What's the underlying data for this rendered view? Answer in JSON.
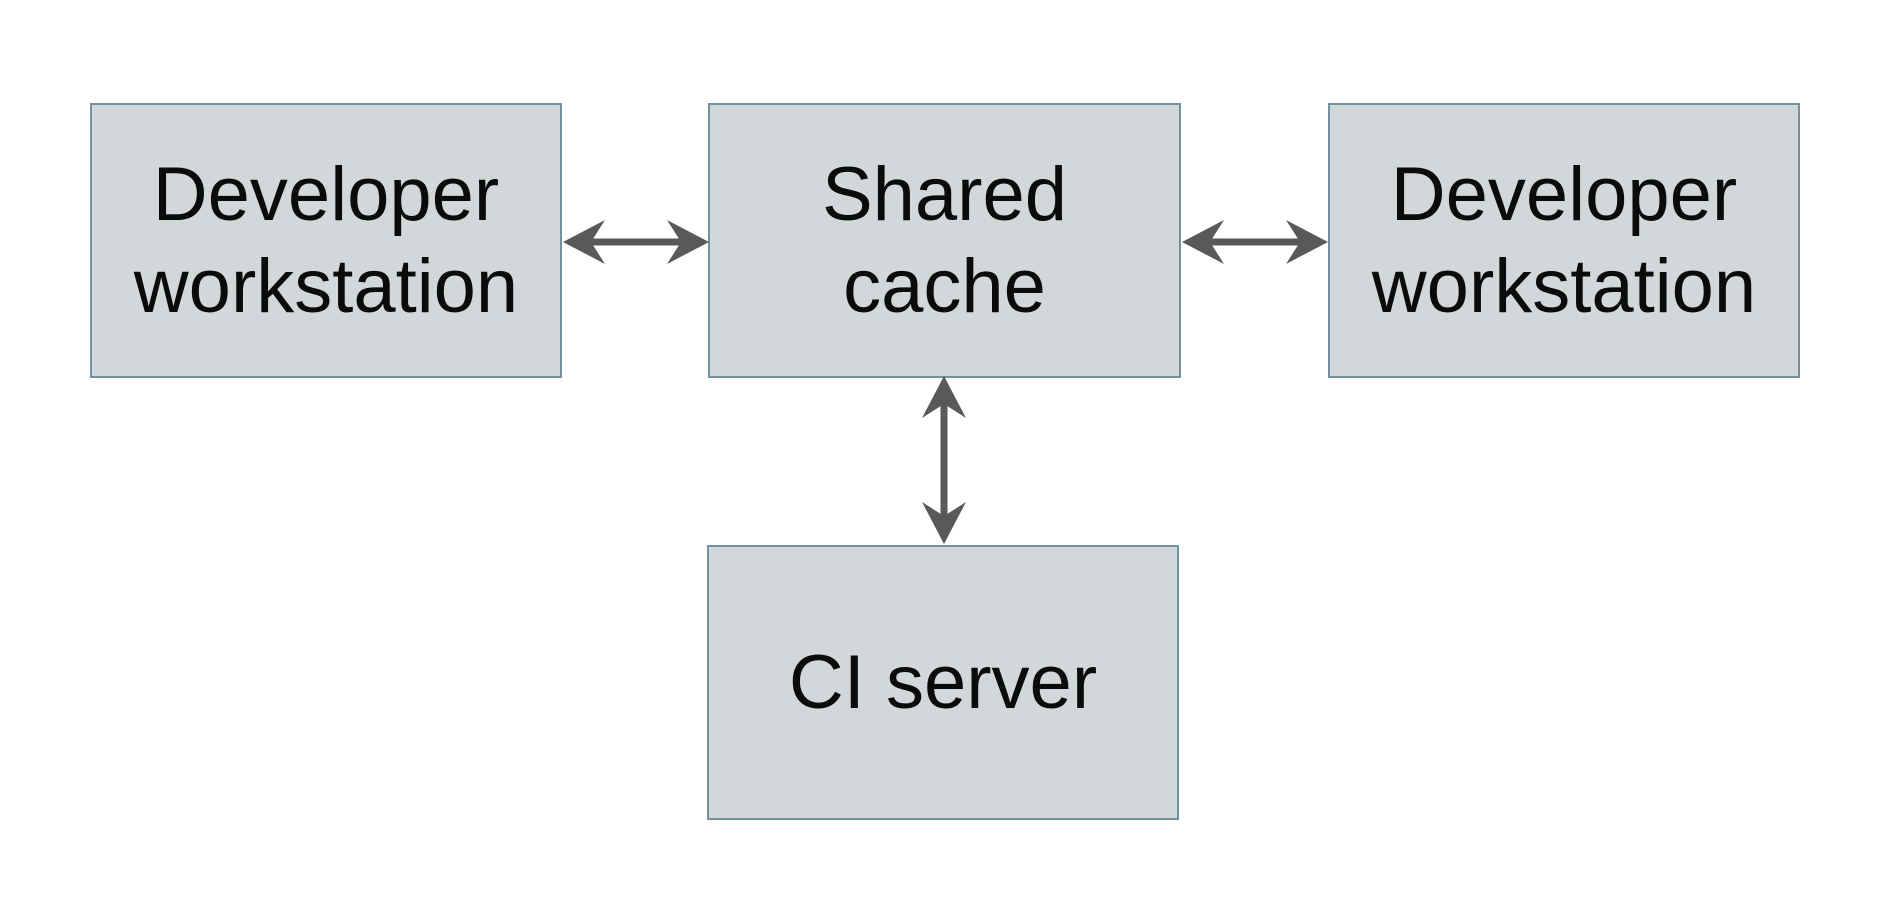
{
  "theme": {
    "background": "#ffffff",
    "box_fill": "#d2d8da",
    "box_border": "#75909e",
    "arrow_color": "#58595b",
    "text_color": "#0b0b0b"
  },
  "diagram": {
    "nodes": [
      {
        "id": "developer-workstation-left",
        "lines": [
          "Developer",
          "workstation"
        ]
      },
      {
        "id": "shared-cache",
        "lines": [
          "Shared",
          "cache"
        ]
      },
      {
        "id": "developer-workstation-right",
        "lines": [
          "Developer",
          "workstation"
        ]
      },
      {
        "id": "ci-server",
        "lines": [
          "CI server"
        ]
      }
    ],
    "edges": [
      {
        "from": "developer-workstation-left",
        "to": "shared-cache",
        "style": "double-headed-arrow",
        "orientation": "horizontal"
      },
      {
        "from": "shared-cache",
        "to": "developer-workstation-right",
        "style": "double-headed-arrow",
        "orientation": "horizontal"
      },
      {
        "from": "shared-cache",
        "to": "ci-server",
        "style": "double-headed-arrow",
        "orientation": "vertical"
      }
    ]
  }
}
